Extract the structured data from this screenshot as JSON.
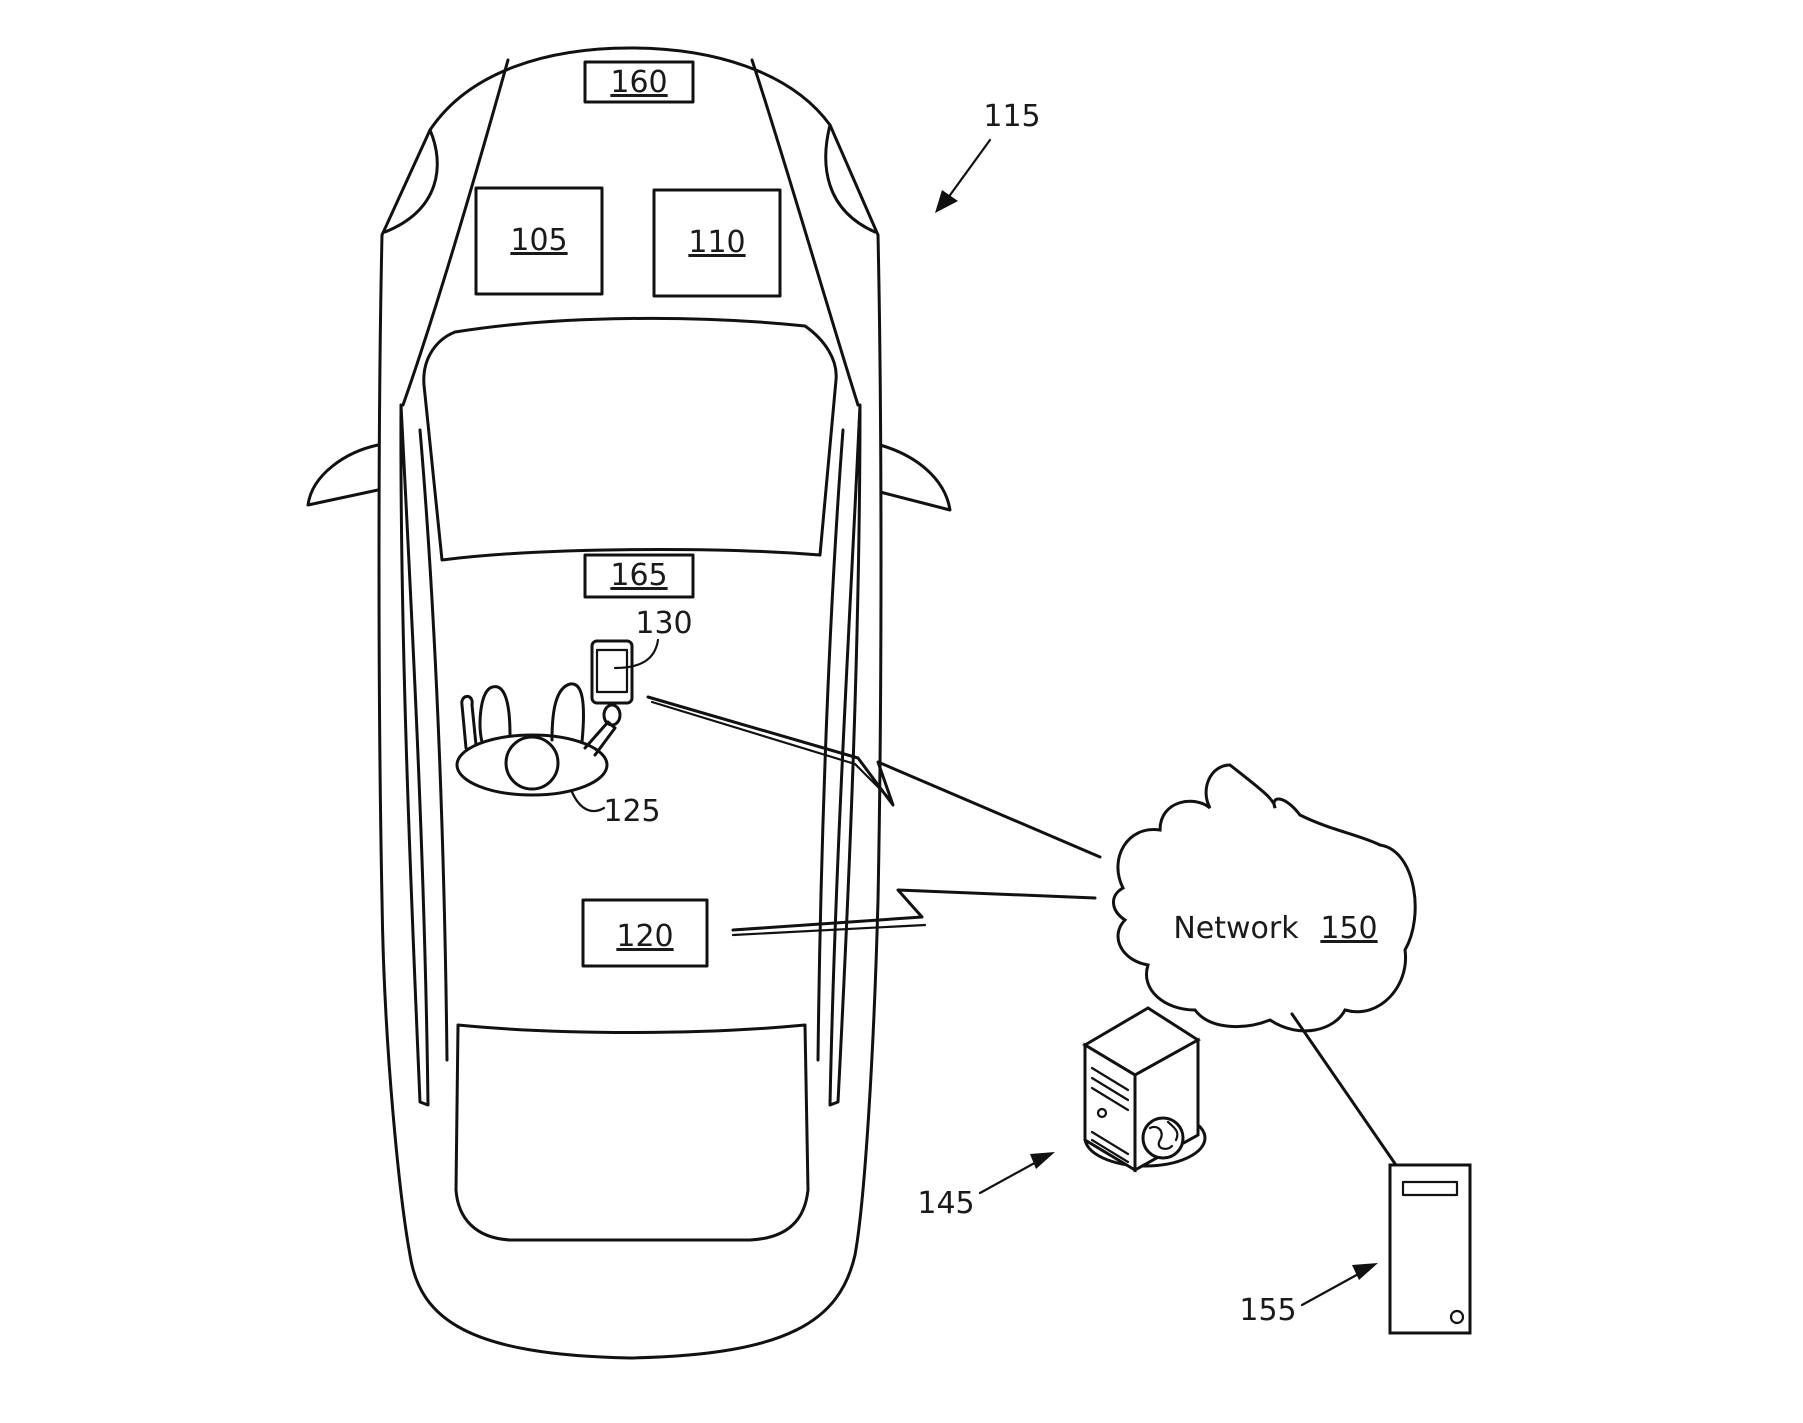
{
  "labels": {
    "system": "115",
    "component_160": "160",
    "component_105": "105",
    "component_110": "110",
    "component_165": "165",
    "mobile_device": "130",
    "occupant": "125",
    "component_120": "120",
    "network_word": "Network",
    "network_ref": "150",
    "server": "145",
    "computer": "155"
  }
}
